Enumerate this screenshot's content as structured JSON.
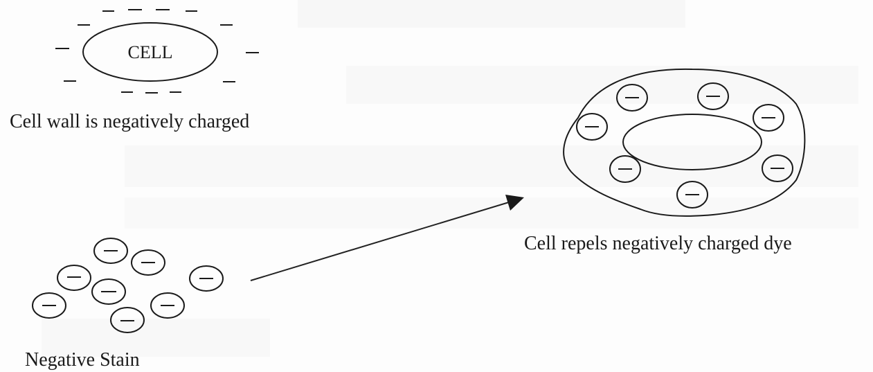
{
  "diagram": {
    "cell_label": "CELL",
    "cell_wall_caption": "Cell wall is negatively charged",
    "negative_stain_caption": "Negative Stain",
    "repel_caption": "Cell repels negatively charged dye",
    "charge_symbol": "−"
  },
  "colors": {
    "ink": "#1a1a1a",
    "background": "#fdfdfd"
  }
}
